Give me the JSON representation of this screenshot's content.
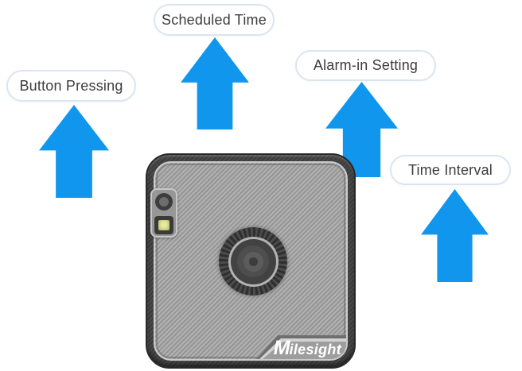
{
  "diagram": {
    "description_colors": {
      "arrow_blue": "#1196ee",
      "bubble_border": "#dbe5f0",
      "bubble_text": "#3d3d3d",
      "led_yellow": "#c9cd7e"
    },
    "callouts": [
      {
        "label": "Button Pressing"
      },
      {
        "label": "Scheduled Time"
      },
      {
        "label": "Alarm-in Setting"
      },
      {
        "label": "Time Interval"
      }
    ],
    "device": {
      "logo_m": "M",
      "logo_rest": "ilesight"
    }
  }
}
